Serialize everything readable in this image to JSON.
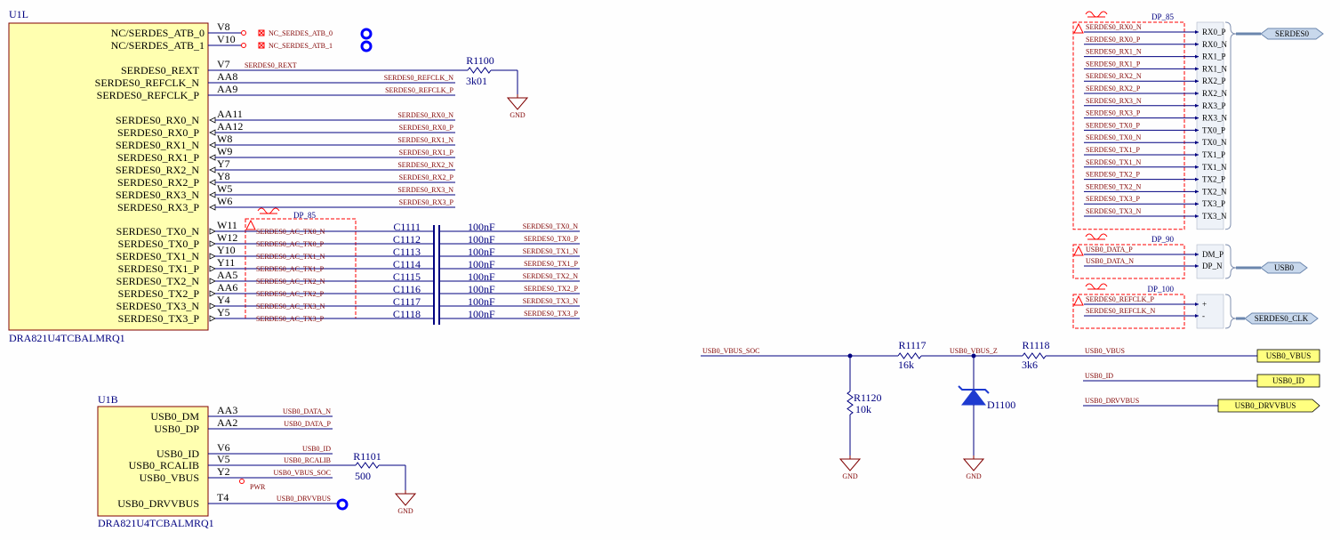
{
  "colors": {
    "wire": "#000080",
    "part_fill": "#ffffb0",
    "part_border": "#800000",
    "net_text": "#800000",
    "port_fill": "#ffff80",
    "diff_box": "#ff0000",
    "bus_fill": "#c8d8ec",
    "nc_circle": "#0000ff"
  },
  "u1l": {
    "ref": "U1L",
    "part": "DRA821U4TCBALMRQ1",
    "nc_pins": [
      {
        "name": "NC/SERDES_ATB_0",
        "num": "V8",
        "net": "NC_SERDES_ATB_0"
      },
      {
        "name": "NC/SERDES_ATB_1",
        "num": "V10",
        "net": "NC_SERDES_ATB_1"
      }
    ],
    "misc_pins": [
      {
        "name": "SERDES0_REXT",
        "num": "V7",
        "net": "SERDES0_REXT"
      },
      {
        "name": "SERDES0_REFCLK_N",
        "num": "AA8",
        "net": "SERDES0_REFCLK_N"
      },
      {
        "name": "SERDES0_REFCLK_P",
        "num": "AA9",
        "net": "SERDES0_REFCLK_P"
      }
    ],
    "rx_pins": [
      {
        "name": "SERDES0_RX0_N",
        "num": "AA11",
        "net": "SERDES0_RX0_N"
      },
      {
        "name": "SERDES0_RX0_P",
        "num": "AA12",
        "net": "SERDES0_RX0_P"
      },
      {
        "name": "SERDES0_RX1_N",
        "num": "W8",
        "net": "SERDES0_RX1_N"
      },
      {
        "name": "SERDES0_RX1_P",
        "num": "W9",
        "net": "SERDES0_RX1_P"
      },
      {
        "name": "SERDES0_RX2_N",
        "num": "Y7",
        "net": "SERDES0_RX2_N"
      },
      {
        "name": "SERDES0_RX2_P",
        "num": "Y8",
        "net": "SERDES0_RX2_P"
      },
      {
        "name": "SERDES0_RX3_N",
        "num": "W5",
        "net": "SERDES0_RX3_N"
      },
      {
        "name": "SERDES0_RX3_P",
        "num": "W6",
        "net": "SERDES0_RX3_P"
      }
    ],
    "tx_pins": [
      {
        "name": "SERDES0_TX0_N",
        "num": "W11",
        "ac": "SERDES0_AC_TX0_N",
        "cap": "C1111",
        "val": "100nF",
        "net": "SERDES0_TX0_N"
      },
      {
        "name": "SERDES0_TX0_P",
        "num": "W12",
        "ac": "SERDES0_AC_TX0_P",
        "cap": "C1112",
        "val": "100nF",
        "net": "SERDES0_TX0_P"
      },
      {
        "name": "SERDES0_TX1_N",
        "num": "Y10",
        "ac": "SERDES0_AC_TX1_N",
        "cap": "C1113",
        "val": "100nF",
        "net": "SERDES0_TX1_N"
      },
      {
        "name": "SERDES0_TX1_P",
        "num": "Y11",
        "ac": "SERDES0_AC_TX1_P",
        "cap": "C1114",
        "val": "100nF",
        "net": "SERDES0_TX1_P"
      },
      {
        "name": "SERDES0_TX2_N",
        "num": "AA5",
        "ac": "SERDES0_AC_TX2_N",
        "cap": "C1115",
        "val": "100nF",
        "net": "SERDES0_TX2_N"
      },
      {
        "name": "SERDES0_TX2_P",
        "num": "AA6",
        "ac": "SERDES0_AC_TX2_P",
        "cap": "C1116",
        "val": "100nF",
        "net": "SERDES0_TX2_P"
      },
      {
        "name": "SERDES0_TX3_N",
        "num": "Y4",
        "ac": "SERDES0_AC_TX3_N",
        "cap": "C1117",
        "val": "100nF",
        "net": "SERDES0_TX3_N"
      },
      {
        "name": "SERDES0_TX3_P",
        "num": "Y5",
        "ac": "SERDES0_AC_TX3_P",
        "cap": "C1118",
        "val": "100nF",
        "net": "SERDES0_TX3_P"
      }
    ],
    "tx_dp_label": "DP_85"
  },
  "r1100": {
    "ref": "R1100",
    "val": "3k01",
    "gnd": "GND"
  },
  "u1b": {
    "ref": "U1B",
    "part": "DRA821U4TCBALMRQ1",
    "pins": [
      {
        "name": "USB0_DM",
        "num": "AA3",
        "net": "USB0_DATA_N"
      },
      {
        "name": "USB0_DP",
        "num": "AA2",
        "net": "USB0_DATA_P"
      },
      {
        "name": "USB0_ID",
        "num": "V6",
        "net": "USB0_ID"
      },
      {
        "name": "USB0_RCALIB",
        "num": "V5",
        "net": "USB0_RCALIB"
      },
      {
        "name": "USB0_VBUS",
        "num": "Y2",
        "net": "USB0_VBUS_SOC"
      },
      {
        "name": "USB0_DRVVBUS",
        "num": "T4",
        "net": "USB0_DRVVBUS"
      }
    ],
    "pwr_label": "PWR"
  },
  "r1101": {
    "ref": "R1101",
    "val": "500",
    "gnd": "GND"
  },
  "serdes_bus": {
    "dp_label": "DP_85",
    "nets": [
      {
        "net": "SERDES0_RX0_N",
        "port": "RX0_P"
      },
      {
        "net": "SERDES0_RX0_P",
        "port": "RX0_N"
      },
      {
        "net": "SERDES0_RX1_N",
        "port": "RX1_P"
      },
      {
        "net": "SERDES0_RX1_P",
        "port": "RX1_N"
      },
      {
        "net": "SERDES0_RX2_N",
        "port": "RX2_P"
      },
      {
        "net": "SERDES0_RX2_P",
        "port": "RX2_N"
      },
      {
        "net": "SERDES0_RX3_N",
        "port": "RX3_P"
      },
      {
        "net": "SERDES0_RX3_P",
        "port": "RX3_N"
      },
      {
        "net": "SERDES0_TX0_P",
        "port": "TX0_P"
      },
      {
        "net": "SERDES0_TX0_N",
        "port": "TX0_N"
      },
      {
        "net": "SERDES0_TX1_P",
        "port": "TX1_P"
      },
      {
        "net": "SERDES0_TX1_N",
        "port": "TX1_N"
      },
      {
        "net": "SERDES0_TX2_P",
        "port": "TX2_P"
      },
      {
        "net": "SERDES0_TX2_N",
        "port": "TX2_N"
      },
      {
        "net": "SERDES0_TX3_P",
        "port": "TX3_P"
      },
      {
        "net": "SERDES0_TX3_N",
        "port": "TX3_N"
      }
    ],
    "bus_name": "SERDES0"
  },
  "usb_bus": {
    "dp_label": "DP_90",
    "nets": [
      {
        "net": "USB0_DATA_P",
        "port": "DM_P"
      },
      {
        "net": "USB0_DATA_N",
        "port": "DP_N"
      }
    ],
    "bus_name": "USB0"
  },
  "refclk_bus": {
    "dp_label": "DP_100",
    "nets": [
      {
        "net": "SERDES0_REFCLK_P",
        "port": "+"
      },
      {
        "net": "SERDES0_REFCLK_N",
        "port": "-"
      }
    ],
    "bus_name": "SERDES0_CLK"
  },
  "vbus": {
    "soc_net": "USB0_VBUS_SOC",
    "r1117": {
      "ref": "R1117",
      "val": "16k"
    },
    "z_net": "USB0_VBUS_Z",
    "r1118": {
      "ref": "R1118",
      "val": "3k6"
    },
    "out_net": "USB0_VBUS",
    "r1120": {
      "ref": "R1120",
      "val": "10k"
    },
    "d1100": {
      "ref": "D1100"
    },
    "gnd": "GND",
    "ports": [
      {
        "net": "USB0_VBUS",
        "label": "USB0_VBUS"
      },
      {
        "net": "USB0_ID",
        "label": "USB0_ID"
      },
      {
        "net": "USB0_DRVVBUS",
        "label": "USB0_DRVVBUS"
      }
    ]
  }
}
